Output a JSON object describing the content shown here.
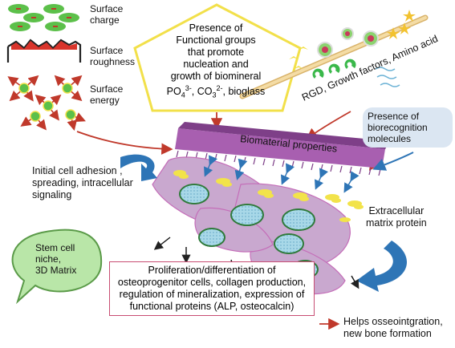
{
  "labels": {
    "surface_charge": [
      "Surface",
      "charge"
    ],
    "surface_roughness": [
      "Surface",
      "roughness"
    ],
    "surface_energy": [
      "Surface",
      "energy"
    ],
    "pentagon": [
      "Presence of",
      "Functional groups",
      "that promote",
      "nucleation and",
      "growth of biomineral"
    ],
    "pentagon_ions": {
      "po": "PO",
      "po_sub": "4",
      "po_sup": "3-",
      "co": ", CO",
      "co_sub": "3",
      "co_sup": "2-",
      "tail": ", bioglass"
    },
    "rgd": "RGD,  Growth factors, Amino acid",
    "biorecognition": [
      "Presence of",
      "biorecognition",
      "molecules"
    ],
    "biomaterial": "Biomaterial properties",
    "initial_adhesion": [
      "Initial cell adhesion ,",
      "spreading, intracellular",
      "signaling"
    ],
    "extracellular": [
      "Extracellular",
      "matrix protein"
    ],
    "stem_cell": [
      "Stem cell",
      "niche,",
      "3D Matrix"
    ],
    "proliferation": [
      "Proliferation/differentiation of",
      "osteoprogenitor cells, collagen production,",
      "regulation of mineralization, expression of",
      "functional proteins (ALP, osteocalcin)"
    ],
    "osseointegration": [
      "Helps osseointgration,",
      "new bone formation"
    ]
  },
  "colors": {
    "cell_fill": "#c9a8cf",
    "nucleus_fill": "#a8d8e8",
    "biomaterial_bar": "#a85fb0",
    "arrow_red": "#c0392b",
    "arrow_blue": "#2e75b6",
    "bubble_green": "#b9e6a8",
    "pentagon_stroke": "#f2e04a"
  }
}
